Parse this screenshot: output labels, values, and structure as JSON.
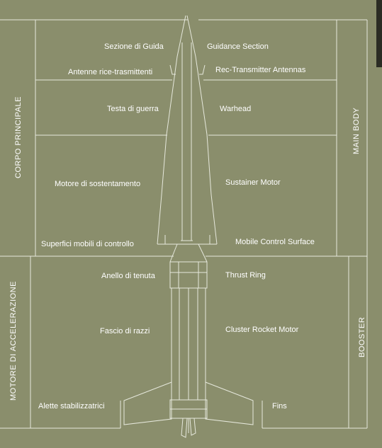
{
  "italian": {
    "guidance": "Sezione di Guida",
    "antennas": "Antenne rice-trasmittenti",
    "warhead": "Testa di guerra",
    "sustainer": "Motore di sostentamento",
    "control_surface": "Superfici mobili di controllo",
    "thrust_ring": "Anello di tenuta",
    "cluster": "Fascio di razzi",
    "fins": "Alette stabilizzatrici",
    "main_body": "CORPO PRINCIPALE",
    "booster": "MOTORE DI ACCELERAZIONE"
  },
  "english": {
    "guidance": "Guidance Section",
    "antennas": "Rec-Transmitter Antennas",
    "warhead": "Warhead",
    "sustainer": "Sustainer Motor",
    "control_surface": "Mobile Control Surface",
    "thrust_ring": "Thrust Ring",
    "cluster": "Cluster Rocket Motor",
    "fins": "Fins",
    "main_body": "MAIN BODY",
    "booster": "BOOSTER"
  },
  "colors": {
    "background": "#8a8e6c",
    "lines": "#e6e8dc",
    "text": "#ffffff"
  }
}
